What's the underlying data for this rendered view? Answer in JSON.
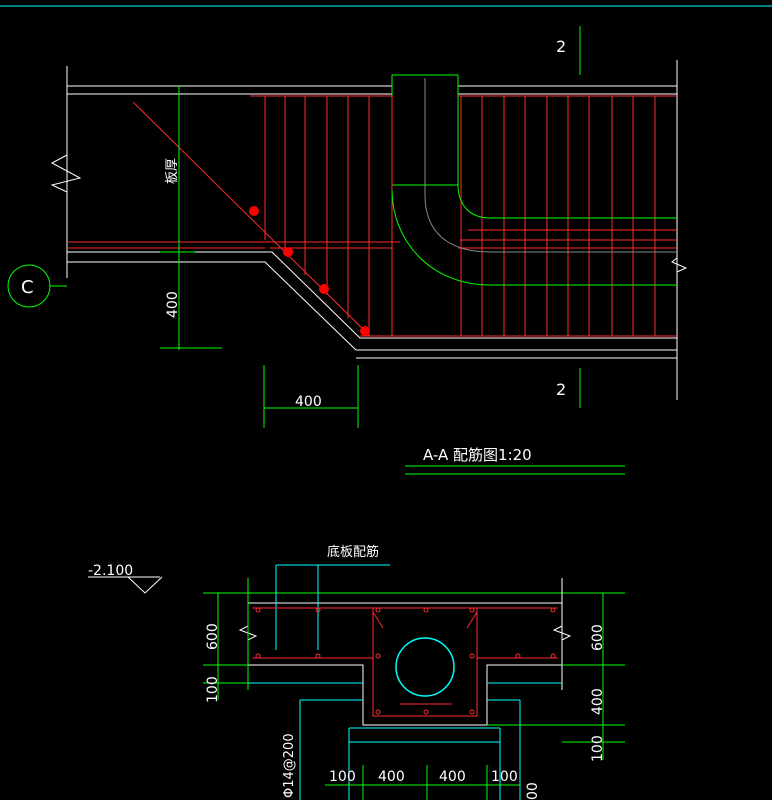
{
  "colors": {
    "background": "#000000",
    "outline": "#ffffff",
    "rebar": "#ff2a2a",
    "dimension": "#00ff00",
    "pipe": "#00ffff",
    "axis_marker": "#00ff00",
    "bars_dot": "#ff0000"
  },
  "section_top": {
    "section_mark_top": "2",
    "section_mark_bottom": "2",
    "slab_thickness_label": "板厚",
    "dim_vertical": "400",
    "dim_horizontal": "400",
    "axis_label": "C",
    "title": "A-A 配筋图1:20"
  },
  "section_bottom": {
    "elevation": "-2.100",
    "bottom_rebar_label": "底板配筋",
    "dim_left_top": "600",
    "dim_left_mid": "100",
    "dim_right_top": "600",
    "dim_right_mid": "400",
    "dim_right_bot": "100",
    "rebar_spec": "Φ14@200",
    "dim_bottom": [
      "100",
      "400",
      "400",
      "100"
    ],
    "dim_bottom_extra": "00"
  }
}
